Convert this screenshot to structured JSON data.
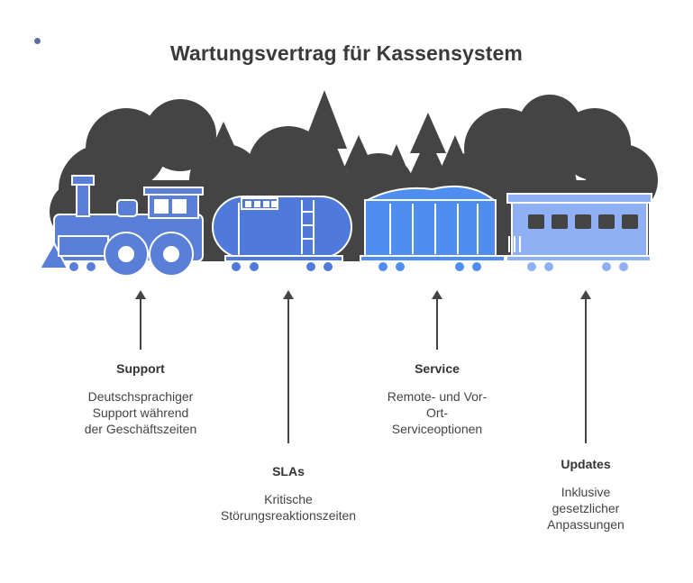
{
  "title": "Wartungsvertrag für Kassensystem",
  "colors": {
    "forest": "#444444",
    "locomotive": "#5a7fd9",
    "tanker": "#4f79db",
    "freight": "#4f8df0",
    "passenger": "#8fb0f5",
    "text": "#333333"
  },
  "items": [
    {
      "heading": "Support",
      "text": [
        "Deutschsprachiger",
        "Support während",
        "der Geschäftszeiten"
      ]
    },
    {
      "heading": "SLAs",
      "text": [
        "Kritische",
        "Störungsreaktionszeiten"
      ]
    },
    {
      "heading": "Service",
      "text": [
        "Remote- und Vor-",
        "Ort-",
        "Serviceoptionen"
      ]
    },
    {
      "heading": "Updates",
      "text": [
        "Inklusive",
        "gesetzlicher",
        "Anpassungen"
      ]
    }
  ]
}
